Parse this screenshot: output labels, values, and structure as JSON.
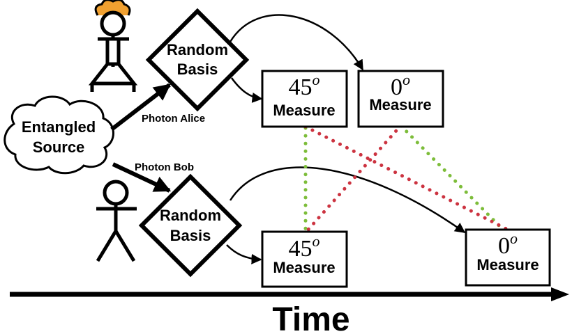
{
  "source": {
    "label_line1": "Entangled",
    "label_line2": "Source"
  },
  "photons": {
    "alice": "Photon Alice",
    "bob": "Photon Bob"
  },
  "alice": {
    "basis": {
      "line1": "Random",
      "line2": "Basis"
    },
    "measure_45": {
      "angle": "45",
      "deg": "o",
      "label": "Measure"
    },
    "measure_0": {
      "angle": "0",
      "deg": "o",
      "label": "Measure"
    }
  },
  "bob": {
    "basis": {
      "line1": "Random",
      "line2": "Basis"
    },
    "measure_45": {
      "angle": "45",
      "deg": "o",
      "label": "Measure"
    },
    "measure_0": {
      "angle": "0",
      "deg": "o",
      "label": "Measure"
    }
  },
  "correlations": {
    "same_color": "#7dbd3a",
    "diff_color": "#cc3340"
  },
  "hair_color": "#f0a030",
  "time_label": "Time"
}
